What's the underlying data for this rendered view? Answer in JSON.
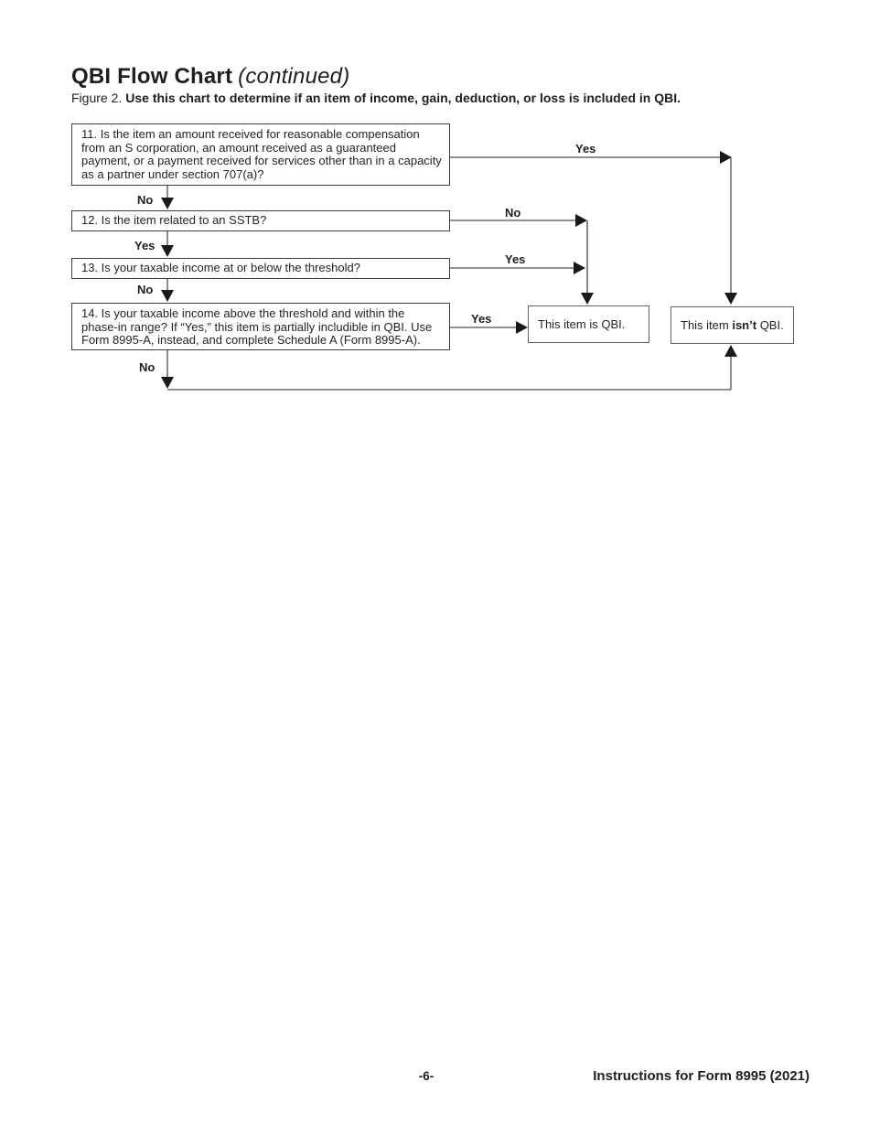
{
  "page": {
    "title": "QBI Flow Chart",
    "title_suffix": "(continued)",
    "figure": {
      "label": "Figure 2.",
      "caption": "Use this chart to determine if an item of income, gain, deduction, or loss is included in QBI."
    },
    "footer": {
      "page_number": "-6-",
      "document_title": "Instructions for Form 8995 (2021)"
    }
  },
  "flowchart": {
    "q11": {
      "text": "11. Is the item an amount received for reasonable compensation from an S corporation, an amount received as a guaranteed payment, or a payment received for services other than in a capacity as a partner under section 707(a)?",
      "yes_label": "Yes",
      "no_label": "No"
    },
    "q12": {
      "text": "12. Is the item related to an SSTB?",
      "no_label": "No",
      "yes_label": "Yes"
    },
    "q13": {
      "text": "13. Is your taxable income at or below the threshold?",
      "yes_label": "Yes",
      "no_label": "No"
    },
    "q14": {
      "text": "14. Is your taxable income above the threshold and within the phase-in range? If “Yes,” this item is partially includible in QBI. Use Form 8995-A, instead, and complete Schedule A (Form 8995-A).",
      "yes_label": "Yes",
      "no_label": "No"
    },
    "result_is_qbi": {
      "text": "This item is QBI."
    },
    "result_not_qbi": {
      "prefix": "This item ",
      "bold": "isn’t",
      "suffix": " QBI."
    },
    "colors": {
      "text": "#242424",
      "line": "#4d4d4d",
      "arrowhead": "#1a1a1a",
      "question_box_border": "#3d3d3d",
      "result_box_border": "#606060"
    }
  }
}
